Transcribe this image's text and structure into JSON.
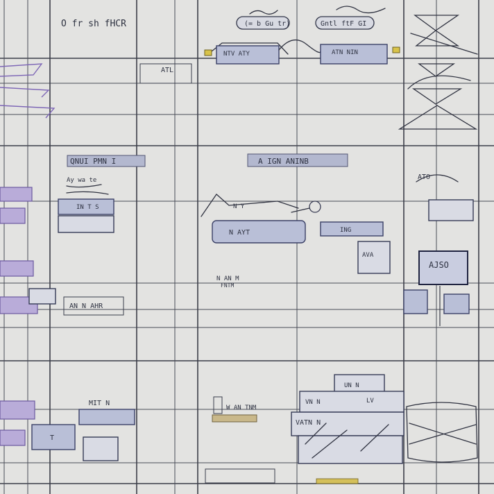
{
  "sheet": {
    "top_left_note": "O fr sh fHCR",
    "top_tag_1": "(= b Gu tr)",
    "top_tag_2": "Gntl ftF GI",
    "top_module_1": "NTV ATY",
    "top_module_2": "ATN NIN",
    "top_small_label": "ATL",
    "mid_title_left": "QNUI PMN I",
    "mid_title_center": "A IGN ANINB",
    "mid_left_notes": "Ay wa te",
    "mid_left_box": "IN T S",
    "mid_center_module": "N AYT",
    "mid_center_cap": "N Y",
    "mid_center_sub": "FNTM",
    "mid_right_cap": "ING",
    "mid_right_box_small": "AVA",
    "mid_right_box_main": "AJSO",
    "mid_right_note": "ATO",
    "mid_lower_left": "AN N AHR",
    "mid_lower_center": "N AN M",
    "bottom_left_label": "MIT N",
    "bottom_left_box": "T",
    "bottom_center_text": "W AN TNM",
    "bottom_right_head": "UN N",
    "bottom_right_label_1": "VN N",
    "bottom_right_label_2": "VATN N",
    "bottom_right_label_3": "LV"
  }
}
